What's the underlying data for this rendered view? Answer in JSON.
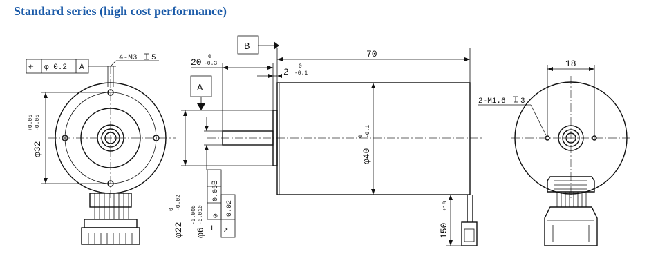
{
  "title": "Standard series (high cost performance)",
  "front_view": {
    "tolerance_frame": {
      "symbol": "⌖",
      "value": "φ 0.2",
      "datum": "A"
    },
    "thread_label": "4-M3",
    "depth_value": "5",
    "diameter_label": "φ32",
    "tol_upper": "+0.05",
    "tol_lower": "-0.05"
  },
  "side_view": {
    "datum_b": "B",
    "datum_a": "A",
    "shaft_ext": "20",
    "shaft_ext_tol_u": "0",
    "shaft_ext_tol_l": "-0.3",
    "flange": "2",
    "flange_tol_u": "0",
    "flange_tol_l": "-0.1",
    "length": "70",
    "body_dia": "φ40",
    "body_tol_u": "0",
    "body_tol_l": "-0.1",
    "boss_dia": "φ22",
    "boss_tol_u": "0",
    "boss_tol_l": "-0.02",
    "shaft_dia": "φ6",
    "shaft_tol_u": "-0.005",
    "shaft_tol_l": "-0.010",
    "runout_frame": {
      "symbol": "⊘",
      "value": "0.05",
      "datum": "B"
    },
    "perp_frame": {
      "symbol": "⊥",
      "symbol2": "↗",
      "value": "0.02"
    },
    "lead_length": "150",
    "lead_tol": "±10"
  },
  "rear_view": {
    "spacing": "18",
    "thread_label": "2-M1.6",
    "depth_value": "3"
  }
}
